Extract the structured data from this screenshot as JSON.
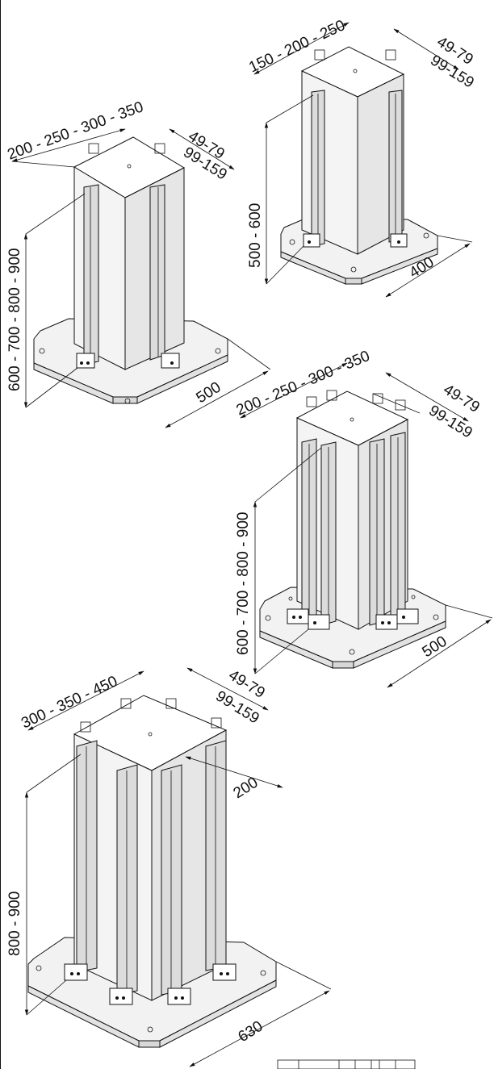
{
  "figure": {
    "colors": {
      "line": "#111111",
      "face_light": "#ffffff",
      "face_mid": "#f2f2f2",
      "face_dark": "#e2e2e2",
      "rail": "#dcdcdc",
      "hole": "#111111"
    },
    "towers": [
      {
        "id": "tower-1",
        "width_label": "200 - 250 - 300 - 350",
        "rail_label_a": "49-79",
        "rail_label_b": "99-159",
        "height_label": "600 - 700 - 800 - 900",
        "base_label": "500"
      },
      {
        "id": "tower-2",
        "width_label": "150 - 200 - 250",
        "rail_label_a": "49-79",
        "rail_label_b": "99-159",
        "height_label": "500 - 600",
        "base_label": "400"
      },
      {
        "id": "tower-3",
        "width_label": "200 - 250 - 300 - 350",
        "rail_label_a": "49-79",
        "rail_label_b": "99-159",
        "height_label": "600 - 700 - 800 - 900",
        "base_label": "500"
      },
      {
        "id": "tower-4",
        "width_label": "300 - 350 - 450",
        "rail_label_a": "49-79",
        "rail_label_b": "99-159",
        "height_label": "800 - 900",
        "base_label": "630",
        "extra_label": "200"
      }
    ]
  }
}
